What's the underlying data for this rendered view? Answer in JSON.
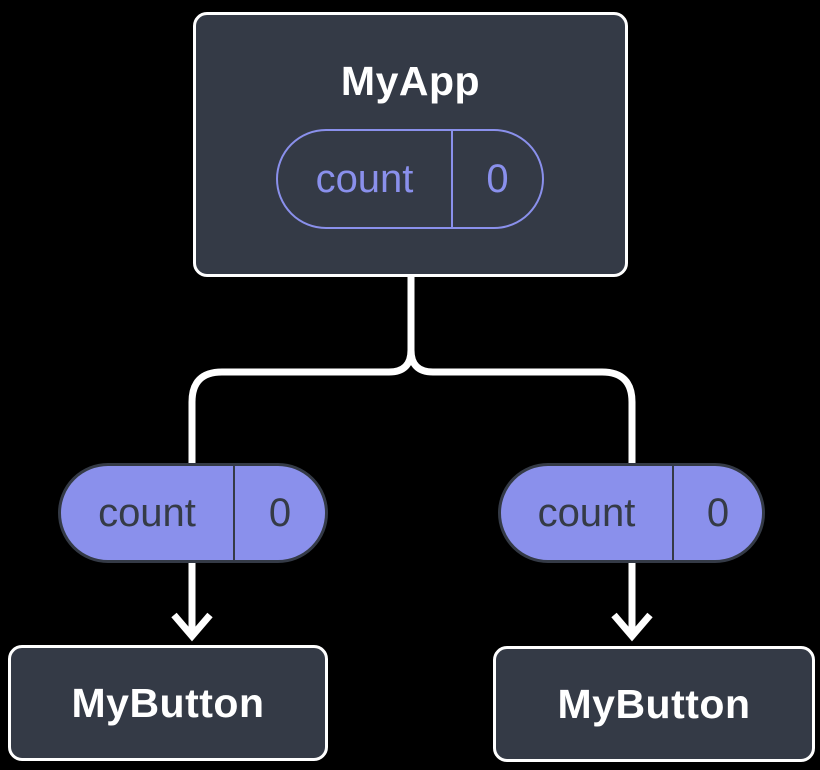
{
  "colors": {
    "bg": "#000000",
    "node": "#343a46",
    "accent": "#8a90ec",
    "line": "#ffffff",
    "text-light": "#ffffff",
    "text-dark": "#353b46"
  },
  "root_node": {
    "title": "MyApp",
    "state_pill": {
      "label": "count",
      "value": "0"
    }
  },
  "prop_pills": [
    {
      "label": "count",
      "value": "0"
    },
    {
      "label": "count",
      "value": "0"
    }
  ],
  "child_nodes": [
    {
      "title": "MyButton"
    },
    {
      "title": "MyButton"
    }
  ]
}
